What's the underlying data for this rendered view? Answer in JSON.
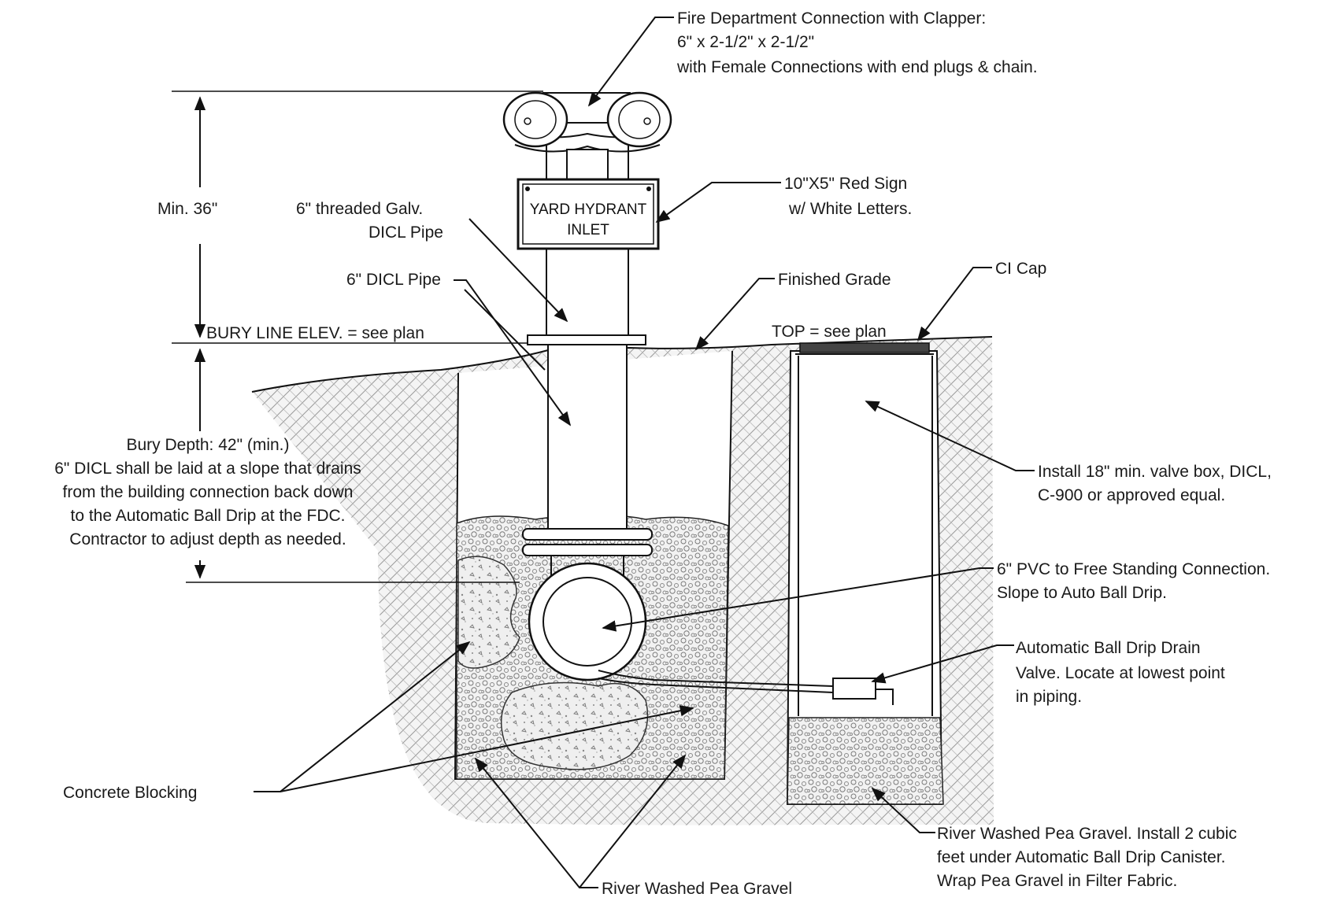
{
  "fdc": {
    "line1": "Fire Department Connection with Clapper:",
    "line2": "6\" x 2-1/2\" x 2-1/2\"",
    "line3": "with Female Connections with end plugs & chain."
  },
  "min_height": "Min. 36\"",
  "galv_pipe": {
    "line1": "6\" threaded Galv.",
    "line2": "DICL Pipe"
  },
  "sign": {
    "text_line1": "YARD HYDRANT",
    "text_line2": "INLET",
    "note_line1": "10\"X5\" Red Sign",
    "note_line2": "w/ White Letters."
  },
  "dicl_pipe": "6\" DICL Pipe",
  "finished_grade": "Finished Grade",
  "ci_cap": "CI Cap",
  "top_note": "TOP = see plan",
  "bury_line": "BURY LINE ELEV. = see plan",
  "bury_depth": {
    "line1": "Bury Depth: 42\" (min.)",
    "line2": "6\" DICL shall be laid at a slope that drains",
    "line3": "from the building connection back down",
    "line4": "to the Automatic Ball Drip at the FDC.",
    "line5": "Contractor to adjust depth as needed."
  },
  "valve_box": {
    "line1": "Install 18\" min. valve box, DICL,",
    "line2": "C-900 or approved equal."
  },
  "pvc": {
    "line1": "6\" PVC to Free Standing Connection.",
    "line2": "Slope to Auto Ball Drip."
  },
  "ball_drip": {
    "line1": "Automatic Ball Drip Drain",
    "line2": "Valve.  Locate at lowest point",
    "line3": "in piping."
  },
  "concrete_blocking": "Concrete Blocking",
  "gravel_right": {
    "line1": "River Washed Pea Gravel. Install 2 cubic",
    "line2": "feet under Automatic Ball Drip Canister.",
    "line3": "Wrap Pea Gravel in Filter Fabric."
  },
  "gravel_bottom": "River Washed Pea Gravel"
}
